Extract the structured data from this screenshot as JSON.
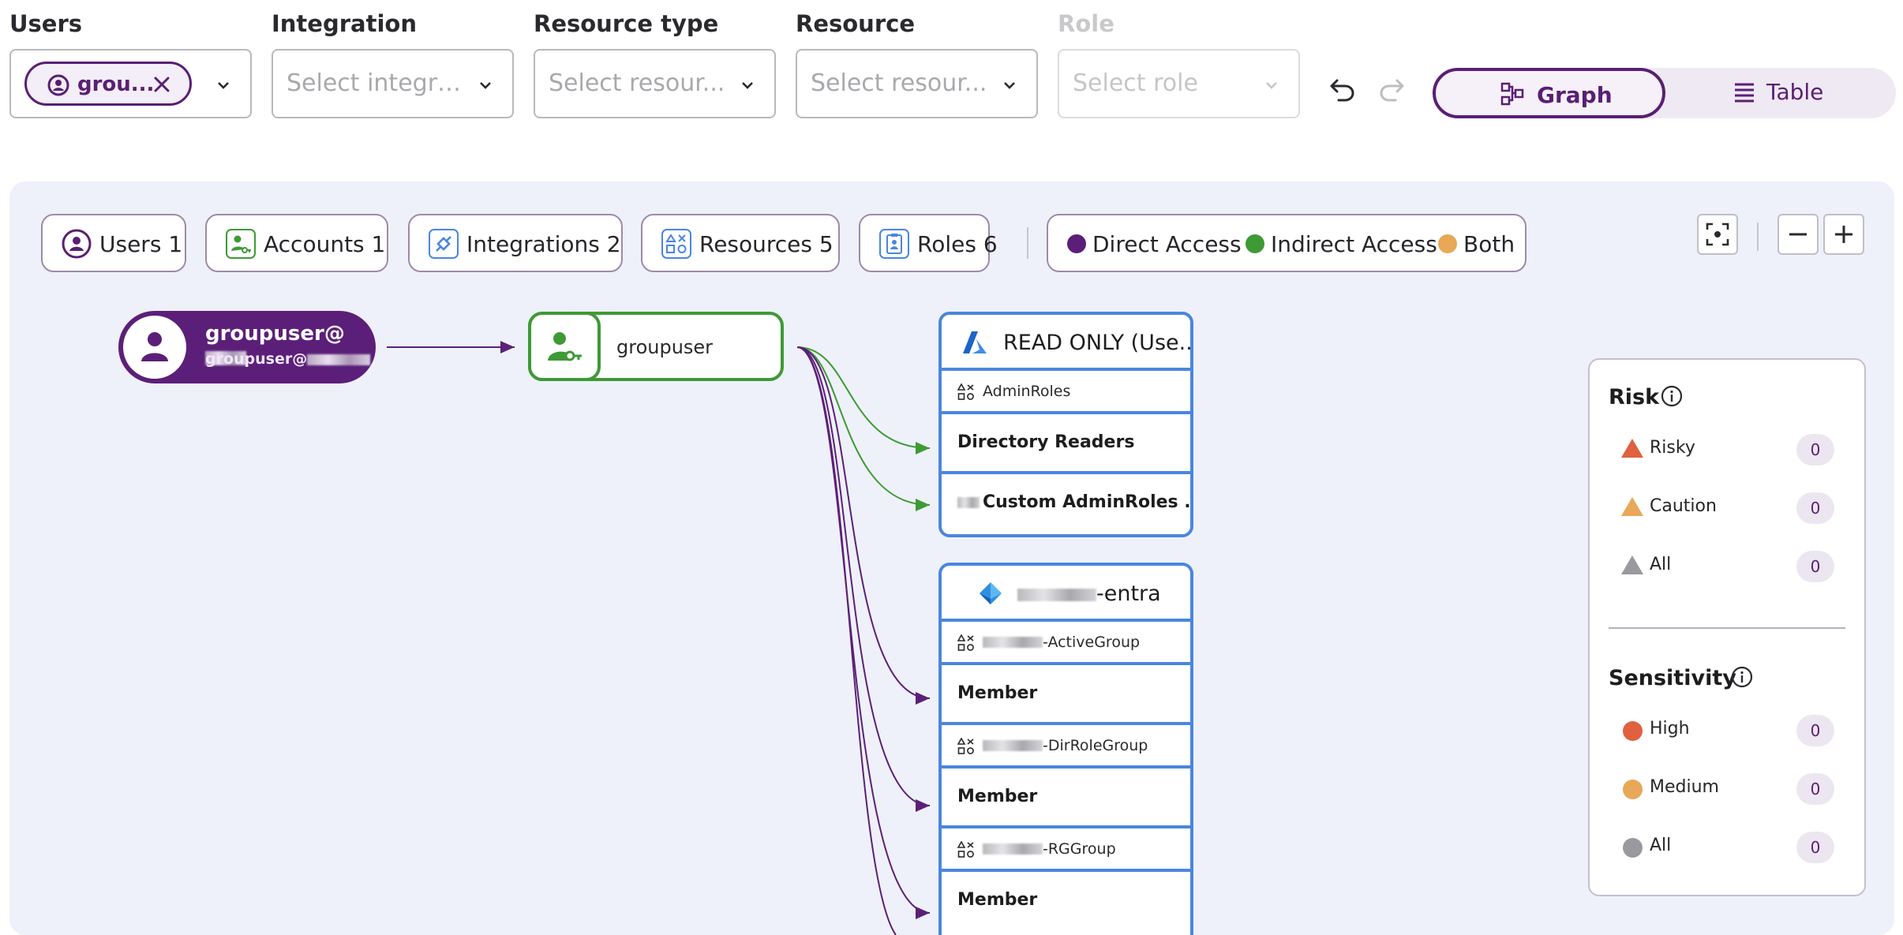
{
  "filters": {
    "users": {
      "label": "Users",
      "chip": "grou..."
    },
    "integration": {
      "label": "Integration",
      "placeholder": "Select integra..."
    },
    "resource_type": {
      "label": "Resource type",
      "placeholder": "Select resour..."
    },
    "resource": {
      "label": "Resource",
      "placeholder": "Select resour..."
    },
    "role": {
      "label": "Role",
      "placeholder": "Select role"
    }
  },
  "view_toggle": {
    "graph": "Graph",
    "table": "Table",
    "selected": "Graph"
  },
  "summary": {
    "users": {
      "label": "Users",
      "count": "1"
    },
    "accounts": {
      "label": "Accounts",
      "count": "1"
    },
    "integrations": {
      "label": "Integrations",
      "count": "2"
    },
    "resources": {
      "label": "Resources",
      "count": "5"
    },
    "roles": {
      "label": "Roles",
      "count": "6"
    }
  },
  "legend": {
    "direct": "Direct Access",
    "indirect": "Indirect Access",
    "both": "Both",
    "colors": {
      "direct": "#5c1f79",
      "indirect": "#3e9a34",
      "both": "#e8a857"
    }
  },
  "graph": {
    "user": {
      "title": "groupuser@",
      "subtitle": "groupuser@"
    },
    "account": {
      "name": "groupuser"
    },
    "resources": [
      {
        "title": "READ ONLY (Use...",
        "icon": "azure-icon",
        "rows": [
          {
            "type": "group",
            "text": "AdminRoles"
          },
          {
            "type": "role",
            "text": "Directory Readers"
          },
          {
            "type": "role",
            "text": "Custom AdminRoles ..."
          }
        ]
      },
      {
        "title": "-entra",
        "icon": "entra-icon",
        "rows": [
          {
            "type": "group",
            "text": "-ActiveGroup"
          },
          {
            "type": "role",
            "text": "Member"
          },
          {
            "type": "group",
            "text": "-DirRoleGroup"
          },
          {
            "type": "role",
            "text": "Member"
          },
          {
            "type": "group",
            "text": "-RGGroup"
          },
          {
            "type": "role",
            "text": "Member"
          }
        ]
      }
    ]
  },
  "risk_panel": {
    "risk_title": "Risk",
    "risk": [
      {
        "label": "Risky",
        "count": "0",
        "color": "#e0603f"
      },
      {
        "label": "Caution",
        "count": "0",
        "color": "#e8a857"
      },
      {
        "label": "All",
        "count": "0",
        "color": "#9a9a9e"
      }
    ],
    "sensitivity_title": "Sensitivity",
    "sensitivity": [
      {
        "label": "High",
        "count": "0",
        "color": "#e0603f"
      },
      {
        "label": "Medium",
        "count": "0",
        "color": "#e8a857"
      },
      {
        "label": "All",
        "count": "0",
        "color": "#9a9a9e"
      }
    ]
  }
}
